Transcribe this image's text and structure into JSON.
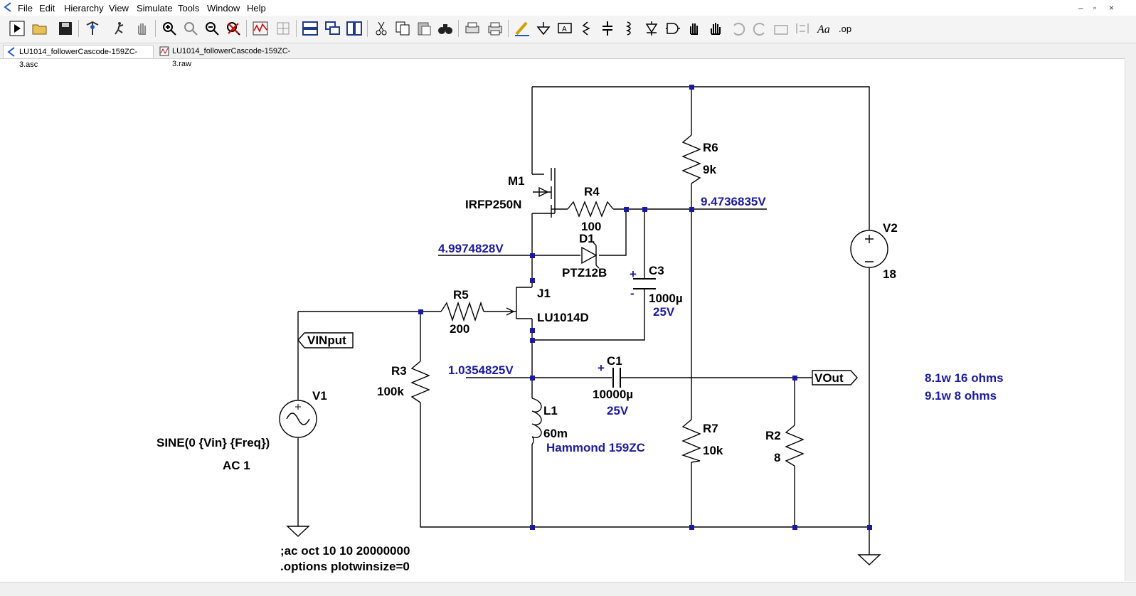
{
  "menu": {
    "items": [
      "File",
      "Edit",
      "Hierarchy",
      "View",
      "Simulate",
      "Tools",
      "Window",
      "Help"
    ],
    "window_controls": [
      "–",
      "▫",
      "×"
    ]
  },
  "toolbar": {
    "icons": [
      "run-icon",
      "open-icon",
      "save-icon",
      "control-panel-icon",
      "halt-icon",
      "pan-icon",
      "zoom-in-icon",
      "zoom-fit-icon",
      "zoom-out-icon",
      "cancel-zoom-icon",
      "waveform-icon",
      "autorange-icon",
      "tile-horizontal-icon",
      "cascade-icon",
      "tile-vertical-icon",
      "cut-icon",
      "copy-icon",
      "paste-icon",
      "find-icon",
      "print-setup-icon",
      "print-icon",
      "draw-wire-icon",
      "ground-icon",
      "label-net-icon",
      "resistor-icon",
      "capacitor-icon",
      "inductor-icon",
      "diode-icon",
      "component-icon",
      "move-icon",
      "drag-icon",
      "undo-icon",
      "redo-icon",
      "rotate-icon",
      "mirror-icon",
      "text-icon",
      "spice-directive-icon"
    ]
  },
  "tabs": [
    {
      "label": "LU1014_followerCascode-159ZC-3.asc",
      "icon": "schematic-icon",
      "active": true
    },
    {
      "label": "LU1014_followerCascode-159ZC-3.raw",
      "icon": "waveform-icon",
      "active": false
    }
  ],
  "schematic": {
    "components": {
      "M1": {
        "name": "M1",
        "value": "IRFP250N"
      },
      "R4": {
        "name": "R4",
        "value": "100"
      },
      "R6": {
        "name": "R6",
        "value": "9k"
      },
      "D1": {
        "name": "D1",
        "value": "PTZ12B"
      },
      "C3": {
        "name": "C3",
        "plus": "+",
        "minus": "-",
        "value": "1000µ",
        "rating": "25V"
      },
      "V2": {
        "name": "V2",
        "value": "18"
      },
      "J1": {
        "name": "J1",
        "value": "LU1014D"
      },
      "R5": {
        "name": "R5",
        "value": "200"
      },
      "R3": {
        "name": "R3",
        "value": "100k"
      },
      "C1": {
        "name": "C1",
        "plus": "+",
        "value": "10000µ",
        "rating": "25V"
      },
      "L1": {
        "name": "L1",
        "value": "60m",
        "note": "Hammond 159ZC"
      },
      "R7": {
        "name": "R7",
        "value": "10k"
      },
      "R2": {
        "name": "R2",
        "value": "8"
      },
      "V1": {
        "name": "V1",
        "value": "SINE(0 {Vin} {Freq})",
        "ac": "AC 1"
      }
    },
    "net_labels": {
      "vinput": "VINput",
      "vout": "VOut"
    },
    "voltages": {
      "gate_m1": "9.4736835V",
      "source_m1": "4.9974828V",
      "output_node": "1.0354825V"
    },
    "notes": [
      "8.1w 16 ohms",
      "9.1w 8 ohms"
    ],
    "directives": [
      ";ac oct 10 10 20000000",
      ".options plotwinsize=0"
    ]
  },
  "colors": {
    "wire": "#000000",
    "junction": "#1a1aa0",
    "annotation": "#1a1aa0"
  }
}
